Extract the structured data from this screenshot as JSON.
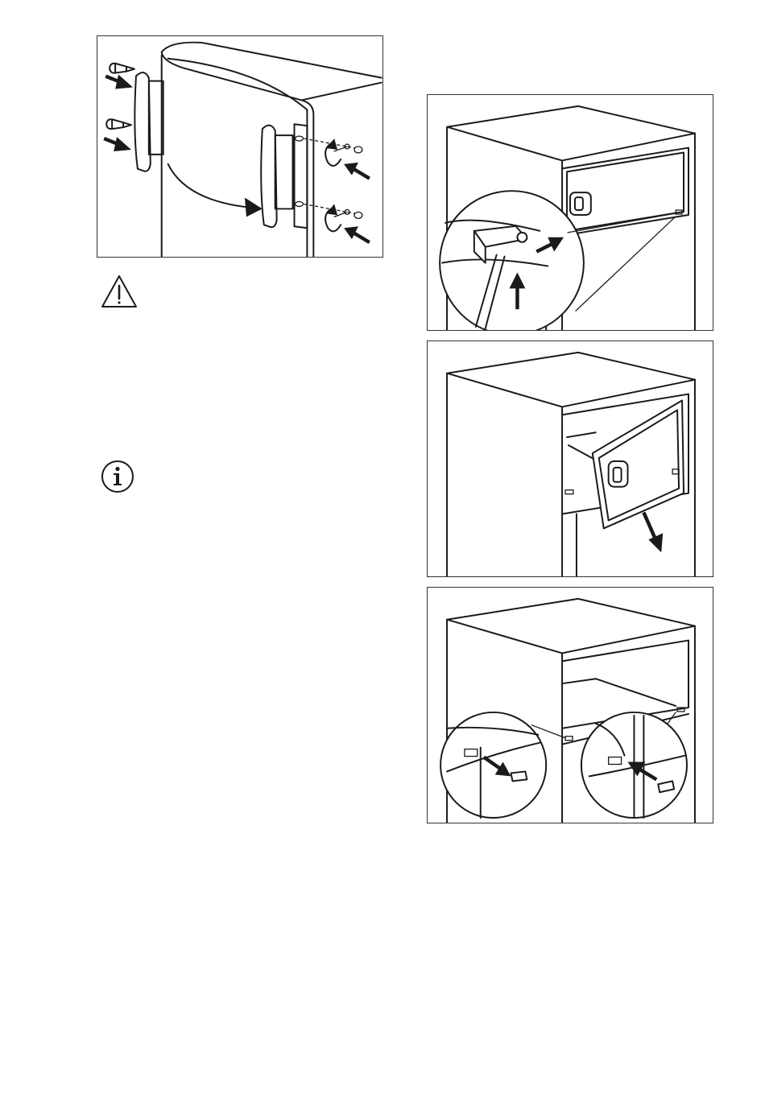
{
  "page": {
    "background": "#ffffff",
    "line_color": "#1a1a1a"
  },
  "figures": [
    {
      "id": "handle-reversal",
      "icon": "door-handle-reversal-illustration"
    },
    {
      "id": "freezer-door-hinge-release",
      "icon": "freezer-hinge-release-illustration"
    },
    {
      "id": "freezer-door-removal",
      "icon": "freezer-door-removal-illustration"
    },
    {
      "id": "hinge-cover-swap",
      "icon": "hinge-cover-swap-illustration"
    }
  ],
  "notices": [
    {
      "type": "warning",
      "icon": "warning-triangle-icon"
    },
    {
      "type": "information",
      "icon": "info-circle-icon"
    }
  ]
}
